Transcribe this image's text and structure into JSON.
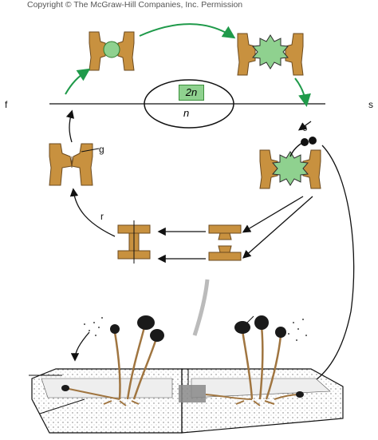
{
  "copyright": "Copyright © The McGraw-Hill Companies, Inc. Permission",
  "ploidy": {
    "diploid": "2n",
    "haploid": "n"
  },
  "edge_fragments": {
    "left": "f",
    "right": "s",
    "label_g": "g",
    "label_r": "r",
    "label_small": "3"
  },
  "colors": {
    "hypha": "#c8913f",
    "hypha_stroke": "#6b4a1f",
    "zygote": "#8fd18f",
    "arrow_green": "#1f9a4a",
    "arrow_black": "#111111",
    "bread": "#f2f2f2"
  }
}
